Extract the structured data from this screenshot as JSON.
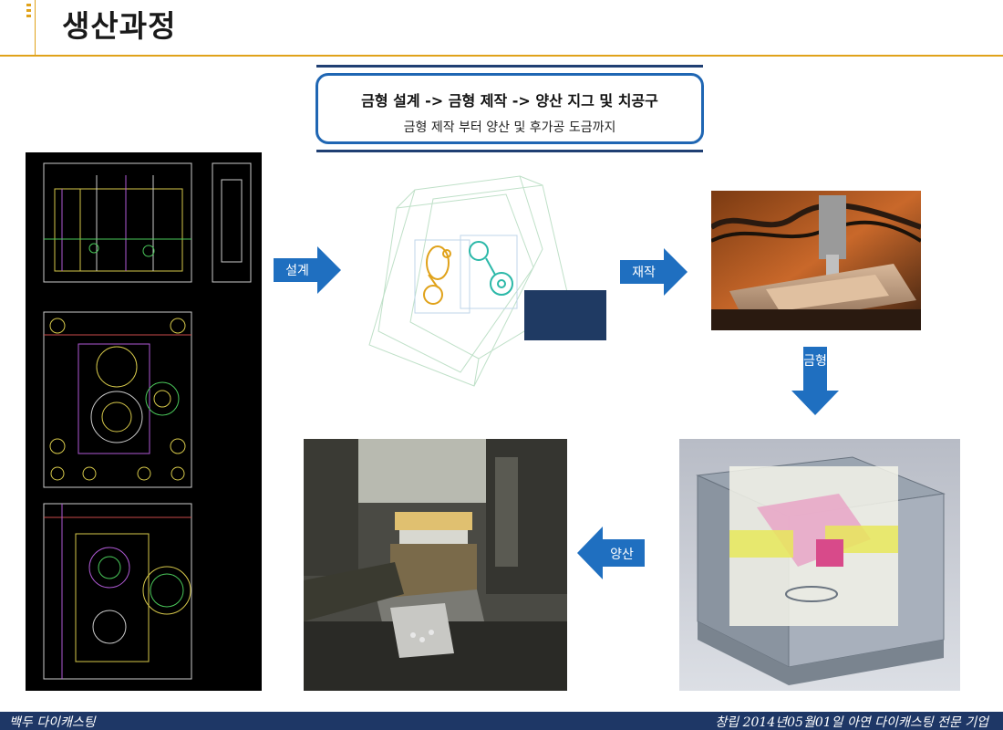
{
  "header": {
    "title": "생산과정"
  },
  "info": {
    "title": "금형 설계 -> 금형 제작 -> 양산 지그 및 치공구",
    "subtitle": "금형 제작 부터 양산 및 후가공 도금까지"
  },
  "arrows": {
    "design": "설계",
    "make": "재작",
    "mold": "금형",
    "mass": "양산"
  },
  "footer": {
    "left": "백두 다이캐스팅",
    "right": "창립 2014년05월01일 아연 다이캐스팅 전문 기업"
  },
  "colors": {
    "accent": "#e0a21a",
    "arrow": "#1f6fc0",
    "footer": "#1e3766",
    "box_border": "#1f66b3"
  }
}
